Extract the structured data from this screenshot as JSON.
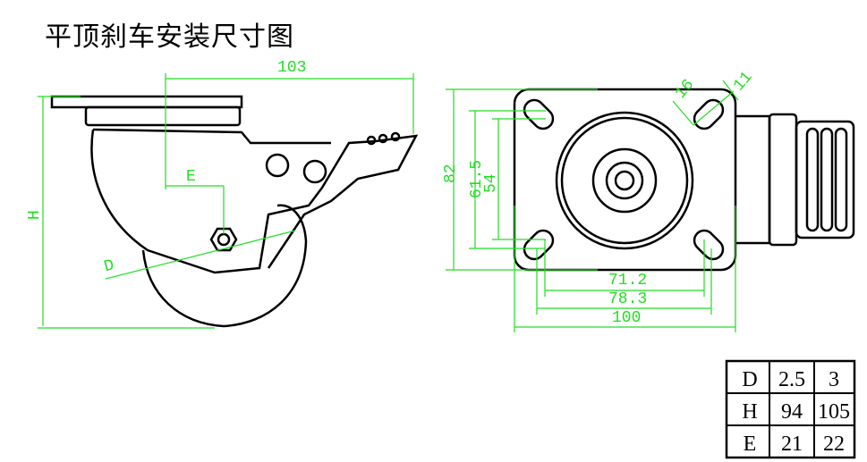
{
  "title": "平顶刹车安装尺寸图",
  "dimensions": {
    "width": "103",
    "height": "H",
    "offset": "E",
    "diameter": "D",
    "plate_depth": "82",
    "hole_v1": "61.5",
    "hole_v2": "54",
    "hole_h1": "71.2",
    "hole_h2": "78.3",
    "plate_width": "100",
    "slot_len": "16",
    "slot_width": "11"
  },
  "table": {
    "rows": [
      {
        "label": "D",
        "values": [
          "2.5",
          "3"
        ]
      },
      {
        "label": "H",
        "values": [
          "94",
          "105"
        ]
      },
      {
        "label": "E",
        "values": [
          "21",
          "22"
        ]
      }
    ]
  },
  "colors": {
    "dimension": "#22dd22",
    "outline": "#000000"
  }
}
